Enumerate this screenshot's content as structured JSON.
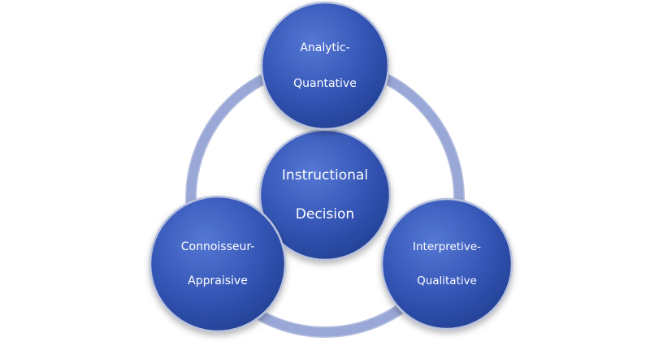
{
  "diagram": {
    "center": {
      "line1": "Instructional",
      "line2": "Decision"
    },
    "top": {
      "line1": "Analytic-",
      "line2": "Quantative"
    },
    "left": {
      "line1": "Connoisseur-",
      "line2": "Appraisive"
    },
    "right": {
      "line1": "Interpretive-",
      "line2": "Qualitative"
    }
  },
  "colors": {
    "node_fill": "#3354b4",
    "node_highlight": "#5577d4",
    "node_dark": "#223f92",
    "node_stroke": "#b9c2dd",
    "ring": "#9aa8d8",
    "ring_edge": "#7f8fc4",
    "label": "#ffffff"
  }
}
